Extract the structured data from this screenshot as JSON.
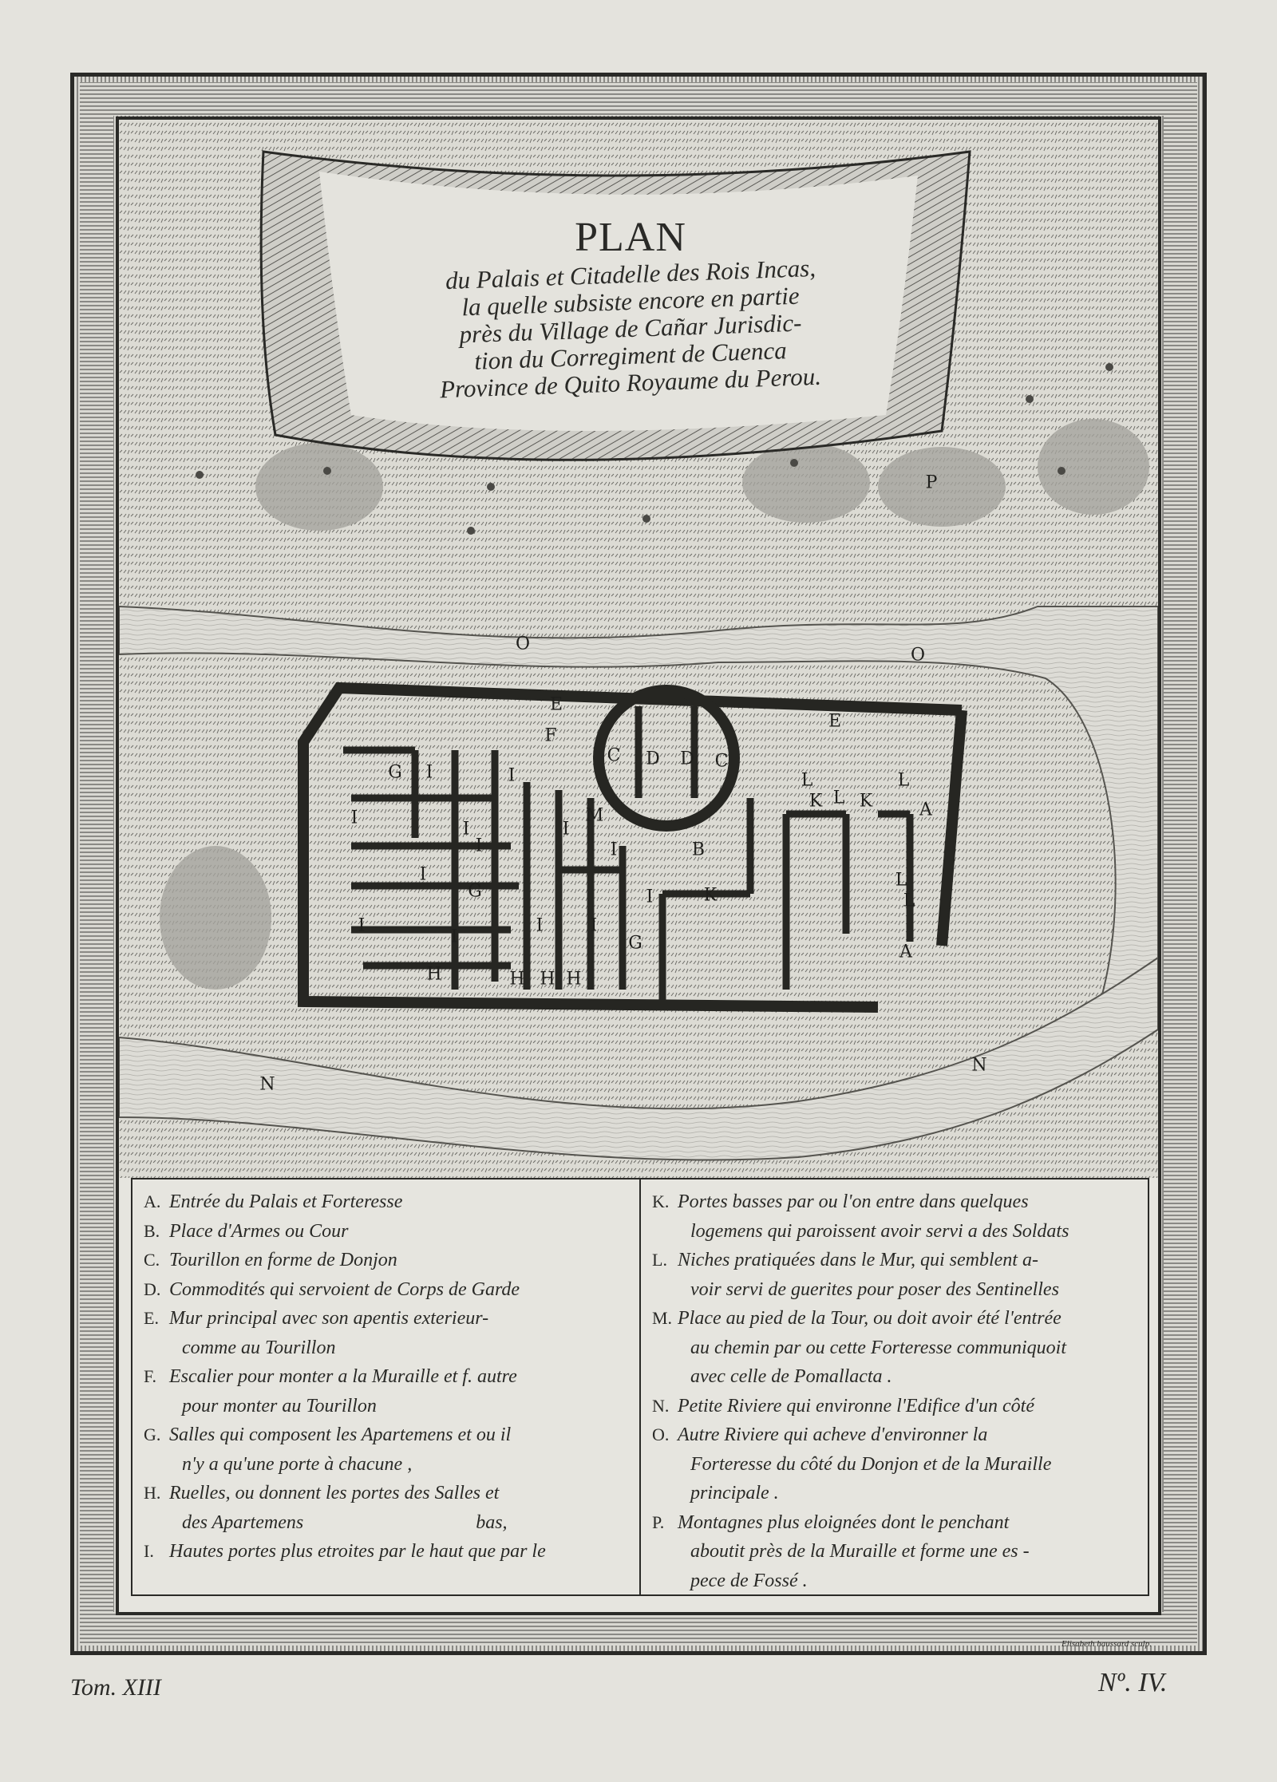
{
  "colors": {
    "paper": "#e6e5df",
    "ink": "#2a2a27"
  },
  "title": {
    "heading": "PLAN",
    "lines": [
      "du Palais et Citadelle des Rois Incas,",
      "la quelle subsiste encore en partie",
      "près du Village de Cañar Jurisdic-",
      "tion du Corregiment de Cuenca",
      "Province de Quito Royaume du Perou."
    ]
  },
  "map_labels": {
    "E1": "E",
    "E2": "E",
    "F": "F",
    "C1": "C",
    "D1": "D",
    "D2": "D",
    "C2": "C",
    "G1": "G",
    "I1": "I",
    "I2": "I",
    "L1": "L",
    "L2": "L",
    "L3": "L",
    "A1": "A",
    "K1": "K",
    "K2": "K",
    "I3": "I",
    "I4": "I",
    "I5": "I",
    "M": "M",
    "I6": "I",
    "B": "B",
    "I7": "I",
    "G2": "G",
    "I8": "I",
    "K3": "K",
    "L4": "L",
    "L5": "L",
    "I9": "I",
    "I10": "I",
    "I11": "I",
    "I12": "I",
    "G3": "G",
    "I13": "I",
    "A2": "A",
    "H1": "H",
    "H2": "H",
    "H3": "H",
    "H4": "H",
    "O1": "O",
    "O2": "O",
    "N1": "N",
    "N2": "N",
    "P": "P"
  },
  "legend": {
    "left": [
      {
        "key": "A.",
        "text": "Entrée du Palais et Forteresse"
      },
      {
        "key": "B.",
        "text": "Place d'Armes ou Cour"
      },
      {
        "key": "C.",
        "text": "Tourillon en forme de Donjon"
      },
      {
        "key": "D.",
        "text": "Commodités qui servoient de Corps de Garde"
      },
      {
        "key": "E.",
        "text": "Mur principal avec son apentis exterieur-",
        "cont": "comme au Tourillon"
      },
      {
        "key": "F.",
        "text": "Escalier pour monter a la Muraille et f. autre",
        "cont": "pour monter au Tourillon"
      },
      {
        "key": "G.",
        "text": "Salles qui composent les Apartemens et ou il",
        "cont": "n'y a qu'une porte à chacune ,"
      },
      {
        "key": "H.",
        "text": "Ruelles, ou donnent les portes des Salles et",
        "cont": "des Apartemens                                    bas,"
      },
      {
        "key": "I.",
        "text": "Hautes portes plus etroites par le haut que par le"
      }
    ],
    "right": [
      {
        "key": "K.",
        "text": "Portes basses par ou l'on entre dans quelques",
        "cont": "logemens qui paroissent avoir servi a des Soldats"
      },
      {
        "key": "L.",
        "text": "Niches pratiquées dans le Mur, qui semblent a-",
        "cont": "voir servi de guerites pour poser des Sentinelles"
      },
      {
        "key": "M.",
        "text": "Place au pied de la Tour, ou doit avoir été l'entrée",
        "cont": "au chemin par ou cette Forteresse communiquoit",
        "cont2": "avec celle de Pomallacta ."
      },
      {
        "key": "N.",
        "text": "Petite Riviere qui environne l'Edifice d'un côté"
      },
      {
        "key": "O.",
        "text": "Autre Riviere qui acheve d'environner la",
        "cont": "Forteresse du côté du Donjon et de la Muraille",
        "cont2": "principale ."
      },
      {
        "key": "P.",
        "text": "Montagnes plus eloignées dont le penchant",
        "cont": "aboutit près de la Muraille et forme une es -",
        "cont2": "pece de Fossé ."
      }
    ]
  },
  "footer": {
    "tome": "Tom. XIII",
    "number": "Nº. IV.",
    "engraver": "Elisabeth haussard sculp."
  }
}
